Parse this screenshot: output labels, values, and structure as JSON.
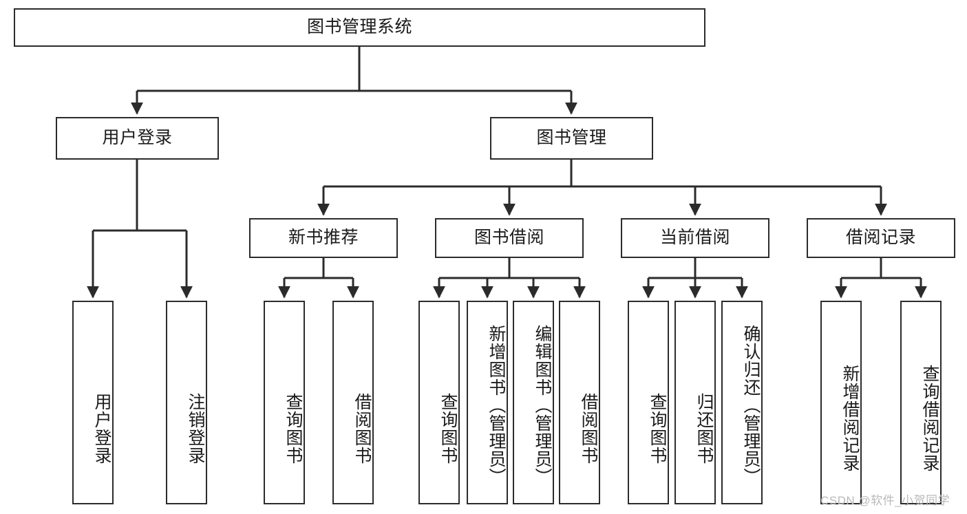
{
  "diagram": {
    "type": "tree",
    "title": "图书管理系统",
    "root": {
      "label": "图书管理系统",
      "children": [
        {
          "label": "用户登录",
          "children": [
            {
              "label": "用户登录"
            },
            {
              "label": "注销登录"
            }
          ]
        },
        {
          "label": "图书管理",
          "children": [
            {
              "label": "新书推荐",
              "children": [
                {
                  "label": "查询图书"
                },
                {
                  "label": "借阅图书"
                }
              ]
            },
            {
              "label": "图书借阅",
              "children": [
                {
                  "label": "查询图书"
                },
                {
                  "label": "新增图书（管理员）"
                },
                {
                  "label": "编辑图书（管理员）"
                },
                {
                  "label": "借阅图书"
                }
              ]
            },
            {
              "label": "当前借阅",
              "children": [
                {
                  "label": "查询图书"
                },
                {
                  "label": "归还图书"
                },
                {
                  "label": "确认归还（管理员）"
                }
              ]
            },
            {
              "label": "借阅记录",
              "children": [
                {
                  "label": "新增借阅记录"
                },
                {
                  "label": "查询借阅记录"
                }
              ]
            }
          ]
        }
      ]
    }
  },
  "nodes": {
    "root": "图书管理系统",
    "user_login": "用户登录",
    "book_manage": "图书管理",
    "new_book_rec": "新书推荐",
    "book_borrow": "图书借阅",
    "current_borrow": "当前借阅",
    "borrow_record": "借阅记录",
    "leaf_user_login": "用户登录",
    "leaf_logout": "注销登录",
    "leaf_query_book_1": "查询图书",
    "leaf_borrow_book_1": "借阅图书",
    "leaf_query_book_2": "查询图书",
    "leaf_add_book": "新增图书（管理员）",
    "leaf_edit_book": "编辑图书（管理员）",
    "leaf_borrow_book_2": "借阅图书",
    "leaf_query_book_3": "查询图书",
    "leaf_return_book": "归还图书",
    "leaf_confirm_return": "确认归还（管理员）",
    "leaf_add_record": "新增借阅记录",
    "leaf_query_record": "查询借阅记录"
  },
  "watermark": {
    "text": "CSDN @软件_小贺同学"
  },
  "colors": {
    "stroke": "#2b2b2b",
    "fill": "#ffffff",
    "text": "#1a1a1a",
    "watermark": "#b9b9b9"
  }
}
